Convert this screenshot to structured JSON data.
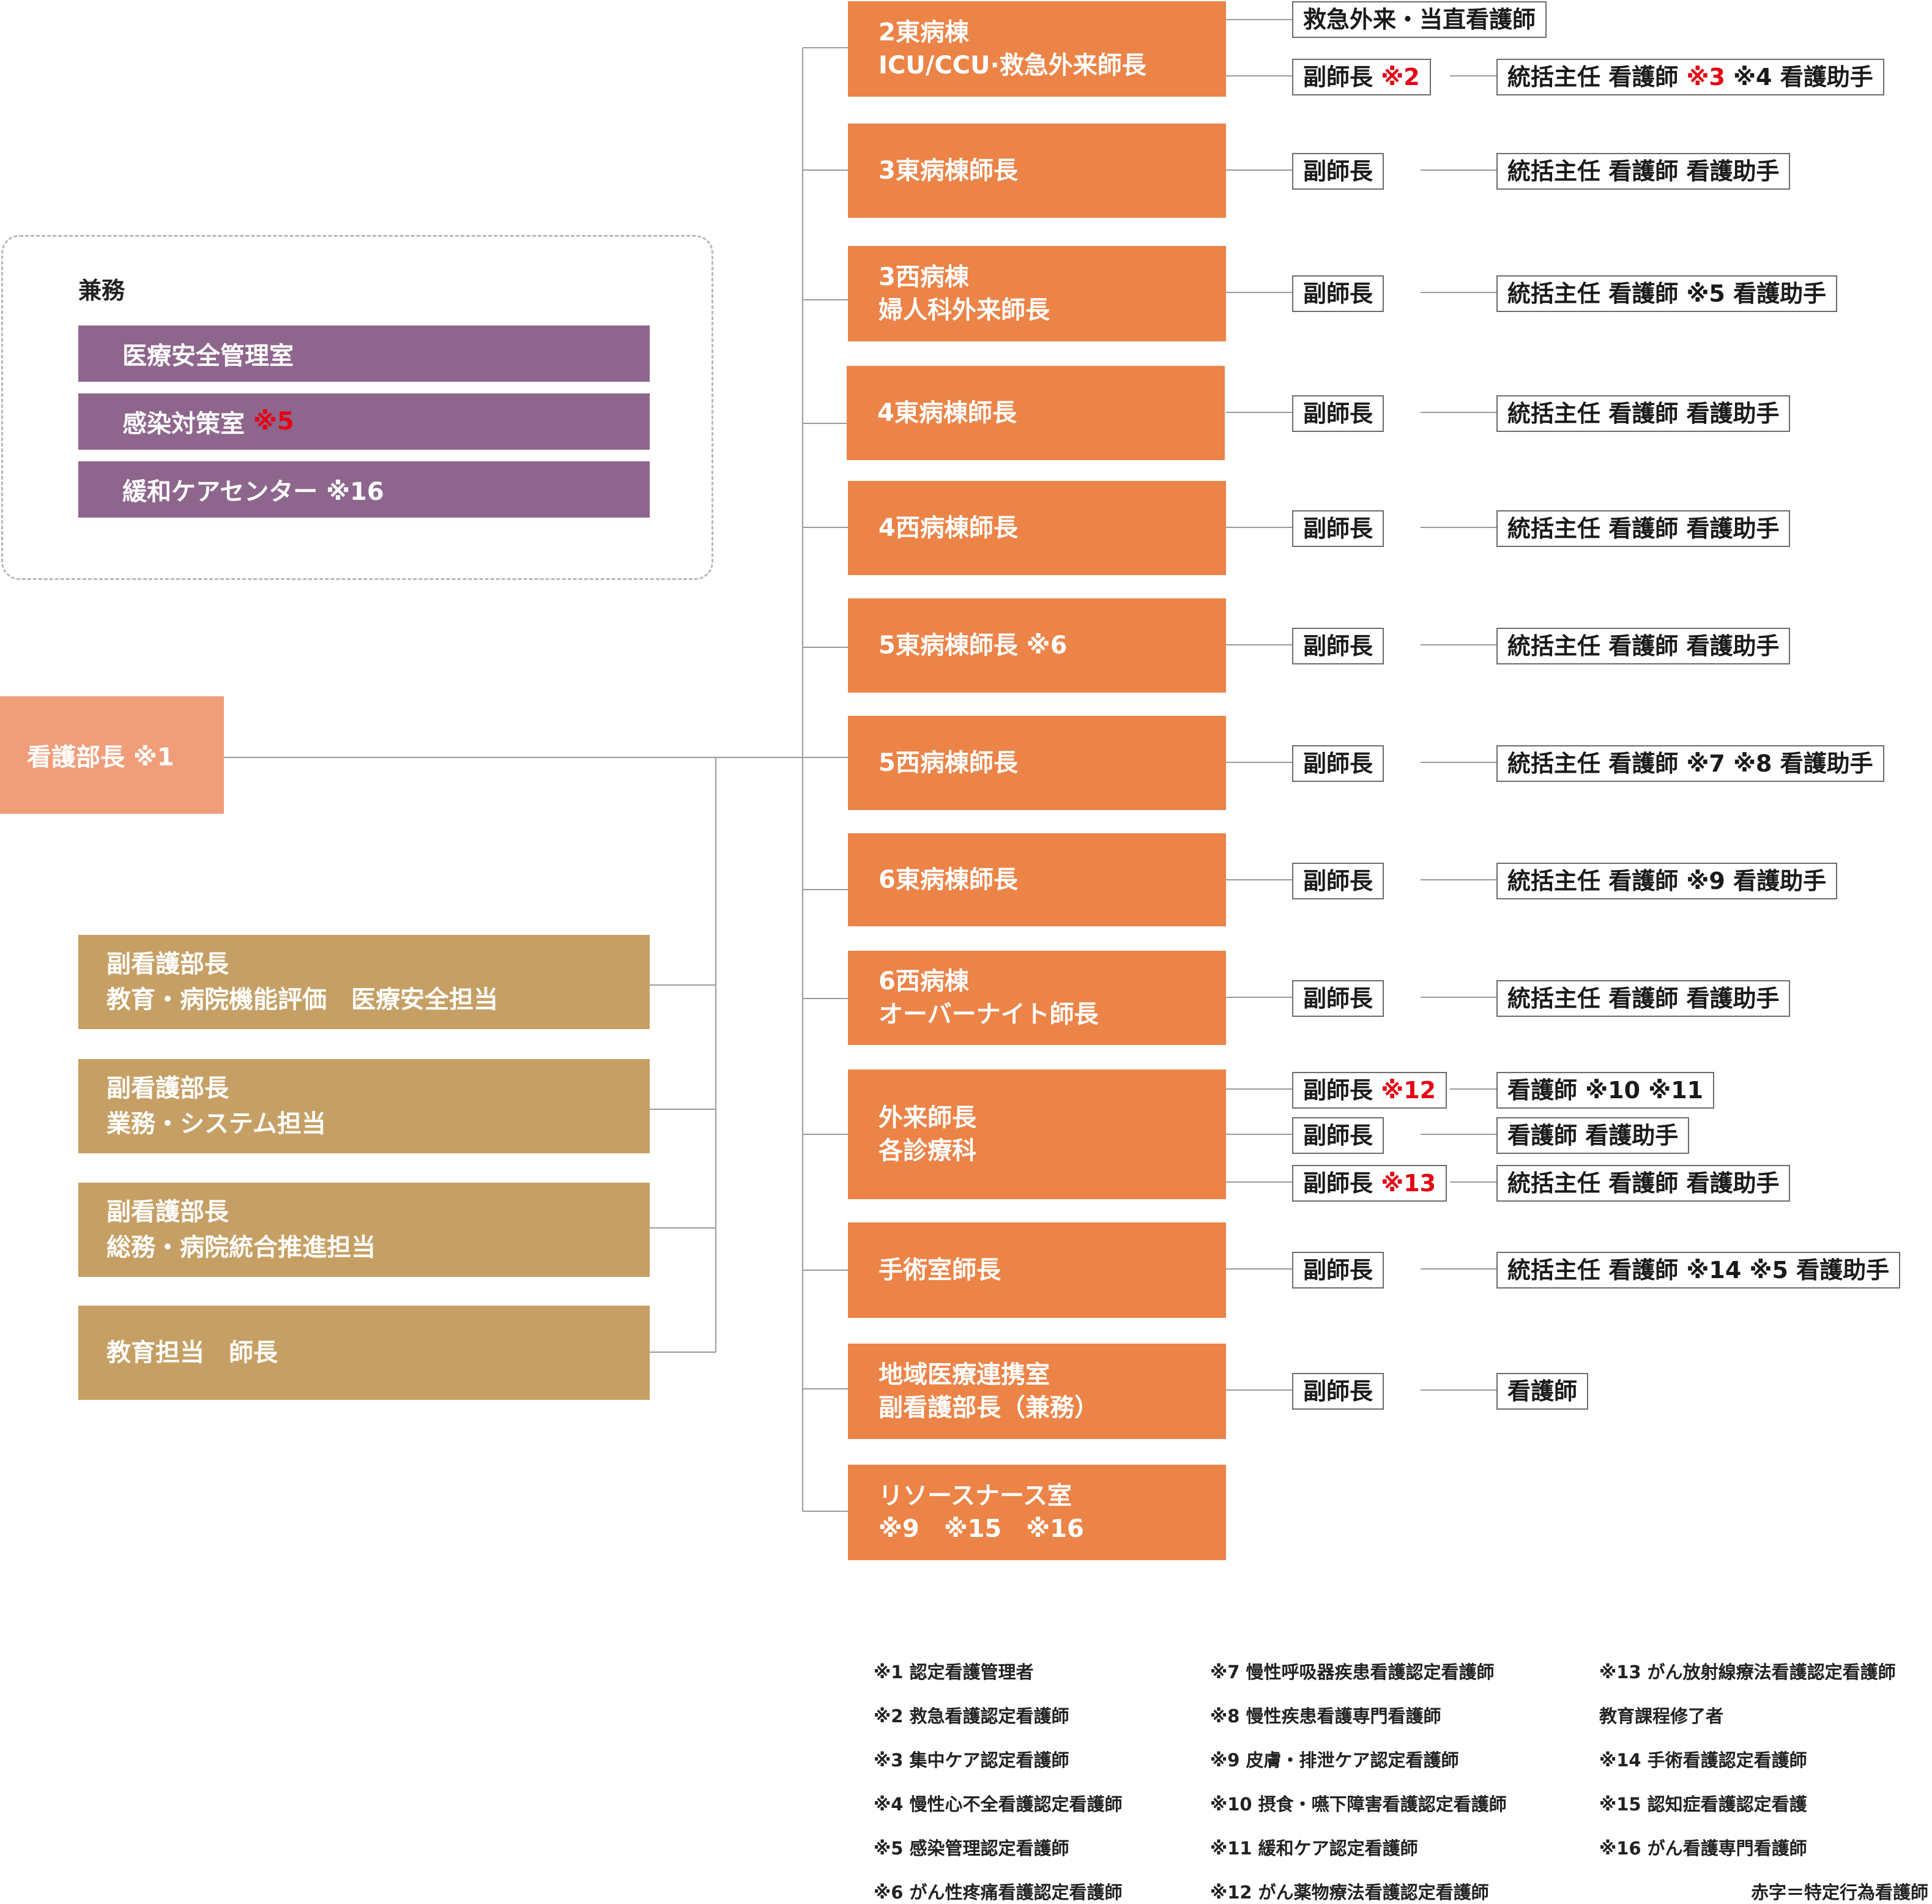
{
  "concurrent": {
    "title": "兼務",
    "items": [
      {
        "text": "医療安全管理室",
        "mark": ""
      },
      {
        "text": "感染対策室 ",
        "mark": "※5"
      },
      {
        "text": "緩和ケアセンター ※16",
        "mark": ""
      }
    ]
  },
  "head": "看護部長 ※1",
  "deputies": [
    {
      "l1": "副看護部長",
      "l2": "教育・病院機能評価　医療安全担当"
    },
    {
      "l1": "副看護部長",
      "l2": "業務・システム担当"
    },
    {
      "l1": "副看護部長",
      "l2": "総務・病院統合推進担当"
    },
    {
      "l1": "教育担当　師長",
      "l2": ""
    }
  ],
  "units": [
    {
      "l1": "2東病棟",
      "l2": "ICU/CCU·救急外来師長"
    },
    {
      "l1": "3東病棟師長",
      "l2": ""
    },
    {
      "l1": "3西病棟",
      "l2": "婦人科外来師長"
    },
    {
      "l1": "4東病棟師長",
      "l2": ""
    },
    {
      "l1": "4西病棟師長",
      "l2": ""
    },
    {
      "l1": "5東病棟師長 ※6",
      "l2": ""
    },
    {
      "l1": "5西病棟師長",
      "l2": ""
    },
    {
      "l1": "6東病棟師長",
      "l2": ""
    },
    {
      "l1": "6西病棟",
      "l2": "オーバーナイト師長"
    },
    {
      "l1": "外来師長",
      "l2": "各診療科"
    },
    {
      "l1": "手術室師長",
      "l2": ""
    },
    {
      "l1": "地域医療連携室",
      "l2": "副看護部長（兼務）"
    },
    {
      "l1": "リソースナース室",
      "l2": "※9　※15　※16"
    }
  ],
  "labels": {
    "er_night": "救急外来・当直看護師",
    "vice": "副師長",
    "vice_mark_2": "※2",
    "vice_mark_12": "※12",
    "vice_mark_13": "※13",
    "staff_2e_a": "統括主任 看護師 ",
    "staff_2e_red": "※3",
    "staff_2e_b": " ※4 看護助手",
    "staff_std": "統括主任 看護師 看護助手",
    "staff_3w": "統括主任 看護師 ※5 看護助手",
    "staff_5w": "統括主任 看護師 ※7 ※8 看護助手",
    "staff_6e": "統括主任 看護師 ※9 看護助手",
    "staff_op1": "看護師 ※10 ※11",
    "staff_op2": "看護師 看護助手",
    "staff_or": "統括主任 看護師 ※14 ※5 看護助手",
    "staff_comm": "看護師"
  },
  "notes": {
    "col1": [
      "※1 認定看護管理者",
      "※2 救急看護認定看護師",
      "※3 集中ケア認定看護師",
      "※4 慢性心不全看護認定看護師",
      "※5 感染管理認定看護師",
      "※6 がん性疼痛看護認定看護師"
    ],
    "col2": [
      "※7 慢性呼吸器疾患看護認定看護師",
      "※8 慢性疾患看護専門看護師",
      "※9 皮膚・排泄ケア認定看護師",
      "※10 摂食・嚥下障害看護認定看護師",
      "※11 緩和ケア認定看護師",
      "※12 がん薬物療法看護認定看護師"
    ],
    "col3": [
      "※13 がん放射線療法看護認定看護師",
      "教育課程修了者",
      "※14 手術看護認定看護師",
      "※15 認知症看護認定看護",
      "※16 がん看護専門看護師"
    ],
    "legend": "赤字＝特定行為看護師"
  },
  "colors": {
    "unit": "#ec8347",
    "head": "#f09d79",
    "concurrent": "#8e658d",
    "deputy": "#c69f64",
    "accent_red": "#e60012"
  }
}
